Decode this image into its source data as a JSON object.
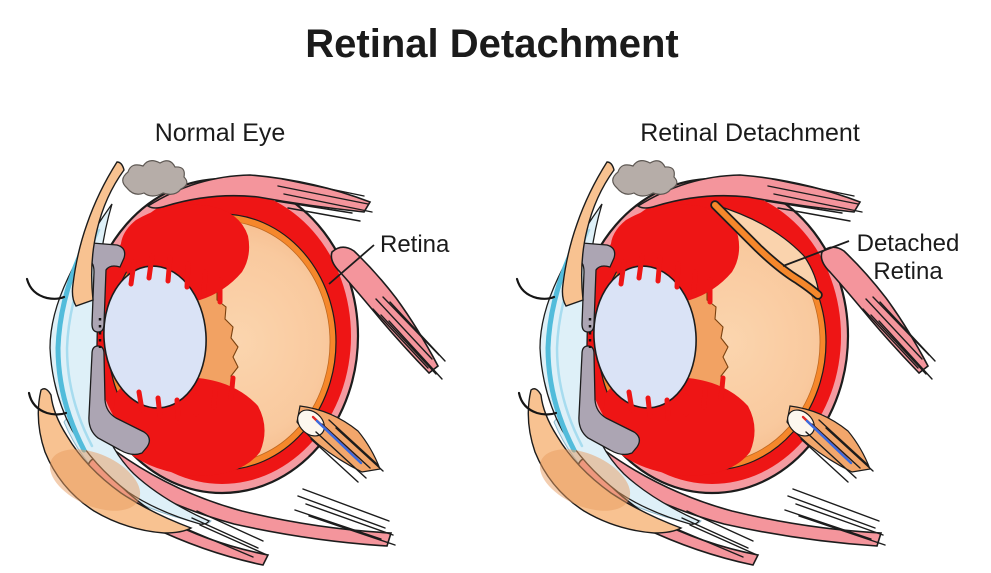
{
  "title": "Retinal Detachment",
  "panels": {
    "left": {
      "label": "Normal Eye",
      "annotation": "Retina"
    },
    "right": {
      "label": "Retinal Detachment",
      "annotation_line1": "Detached",
      "annotation_line2": "Retina"
    }
  },
  "colors": {
    "background": "#FFFFFF",
    "text": "#1B1B1B",
    "sclera_pink": "#F49BA1",
    "muscle_pink": "#F4959C",
    "choroid_red": "#EE1515",
    "retina_orange": "#F5872B",
    "vitreous_peach": "#F9C99E",
    "ora_serrata_orange": "#F2A263",
    "subretinal_fluid": "#FAD3AD",
    "lens_lavender": "#DAE3F6",
    "cornea_blue": "#DEF0F8",
    "cornea_edge_cyan": "#52BCDB",
    "iris_ciliary_gray": "#ACA5B3",
    "skin_peach": "#F8C291",
    "lacrimal_gland_gray": "#B6ADA8",
    "vessel_red": "#E02828",
    "vessel_blue": "#3A6BE0",
    "outline_black": "#1C1C1C"
  }
}
